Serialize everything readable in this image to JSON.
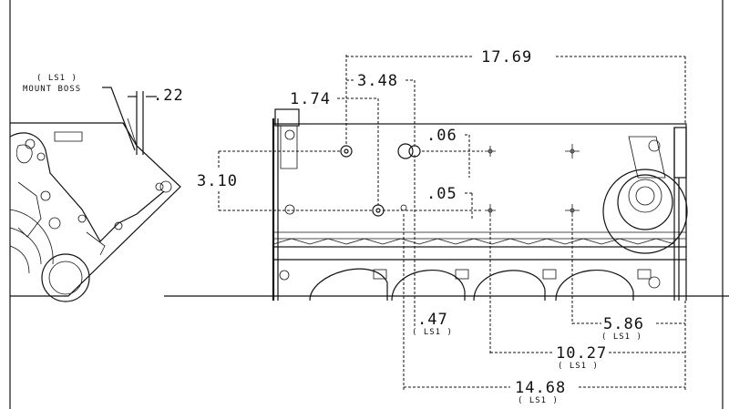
{
  "drawing": {
    "callout": {
      "line1": "( LS1 )",
      "line2": "MOUNT BOSS",
      "value": ".22"
    },
    "dimensions": {
      "overall": "17.69",
      "d348": "3.48",
      "d174": "1.74",
      "d310": "3.10",
      "d006": ".06",
      "d005": ".05",
      "d047": ".47",
      "d586": "5.86",
      "d1027": "10.27",
      "d1468": "14.68"
    },
    "ls1_tag": "( LS1 )"
  }
}
